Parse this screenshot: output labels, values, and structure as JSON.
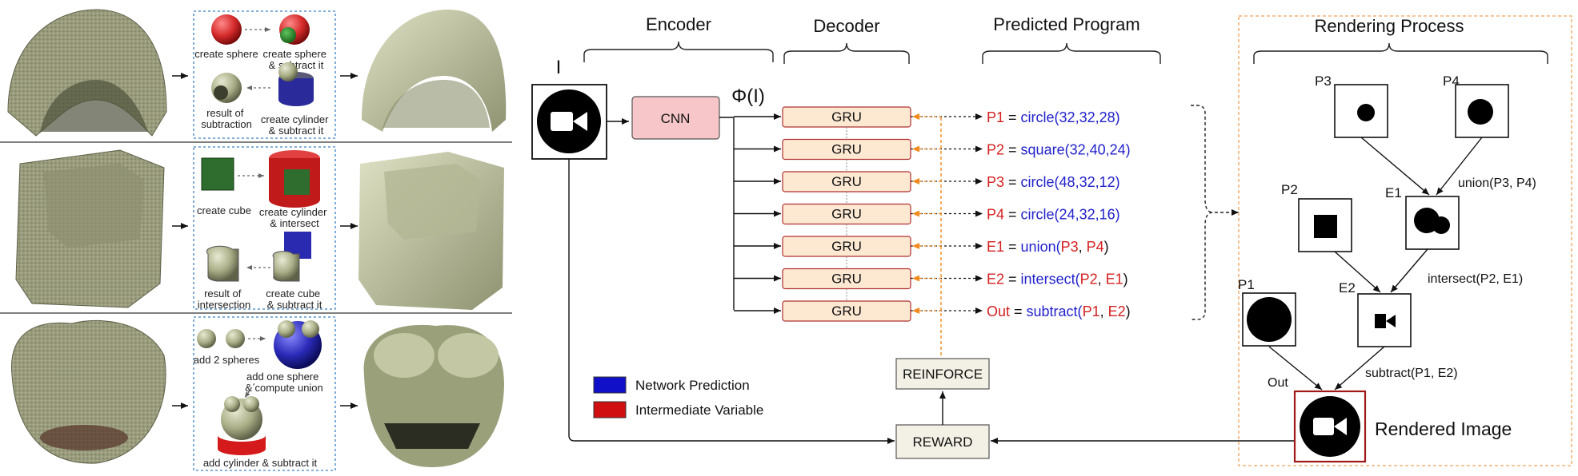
{
  "left_panel": {
    "rows": [
      {
        "steps": [
          "create sphere",
          "create sphere\n& subtract it",
          "result of\nsubtraction",
          "create cylinder\n& subtract it"
        ]
      },
      {
        "steps": [
          "create cube",
          "create cylinder\n& intersect",
          "result of\nintersection",
          "create cube\n& subtract it"
        ]
      },
      {
        "steps": [
          "add 2 spheres",
          "add one sphere\n& compute union",
          "add cylinder & subtract it"
        ]
      }
    ]
  },
  "headers": {
    "encoder": "Encoder",
    "decoder": "Decoder",
    "predicted_program": "Predicted Program",
    "rendering_process": "Rendering Process"
  },
  "input_label": "I",
  "cnn_label": "CNN",
  "phi_label": "Φ(I)",
  "gru_label": "GRU",
  "program": [
    {
      "var": "P1",
      "eq": " = ",
      "call": "circle(32,32,28)",
      "args": []
    },
    {
      "var": "P2",
      "eq": " = ",
      "call": "square(32,40,24)",
      "args": []
    },
    {
      "var": "P3",
      "eq": " = ",
      "call": "circle(48,32,12)",
      "args": []
    },
    {
      "var": "P4",
      "eq": " = ",
      "call": "circle(24,32,16)",
      "args": []
    },
    {
      "var": "E1",
      "eq": " = ",
      "call": "union(",
      "args": [
        "P3",
        "P4"
      ]
    },
    {
      "var": "E2",
      "eq": " = ",
      "call": "intersect(",
      "args": [
        "P2",
        "E1"
      ]
    },
    {
      "var": "Out",
      "eq": " = ",
      "call": "subtract(",
      "args": [
        "P1",
        "E2"
      ]
    }
  ],
  "reinforce_label": "REINFORCE",
  "reward_label": "REWARD",
  "legend": [
    {
      "label": "Network Prediction",
      "color": "#1010c8"
    },
    {
      "label": "Intermediate Variable",
      "color": "#d01010"
    }
  ],
  "render_tree": {
    "p3": "P3",
    "p4": "P4",
    "p2": "P2",
    "e1": "E1",
    "p1": "P1",
    "e2": "E2",
    "out": "Out",
    "union": "union(P3, P4)",
    "intersect": "intersect(P2, E1)",
    "subtract": "subtract(P1, E2)",
    "rendered_image": "Rendered Image"
  },
  "colors": {
    "gru_fill": "#fde8d2",
    "gru_stroke": "#b03030",
    "cnn_fill": "#f7c6c8",
    "feedback_arrow": "#f28a1e",
    "reinforce_fill": "#f3f1e5",
    "program_var": "#d42020",
    "program_func": "#2222cc",
    "shape_green": "#a9ad86"
  }
}
